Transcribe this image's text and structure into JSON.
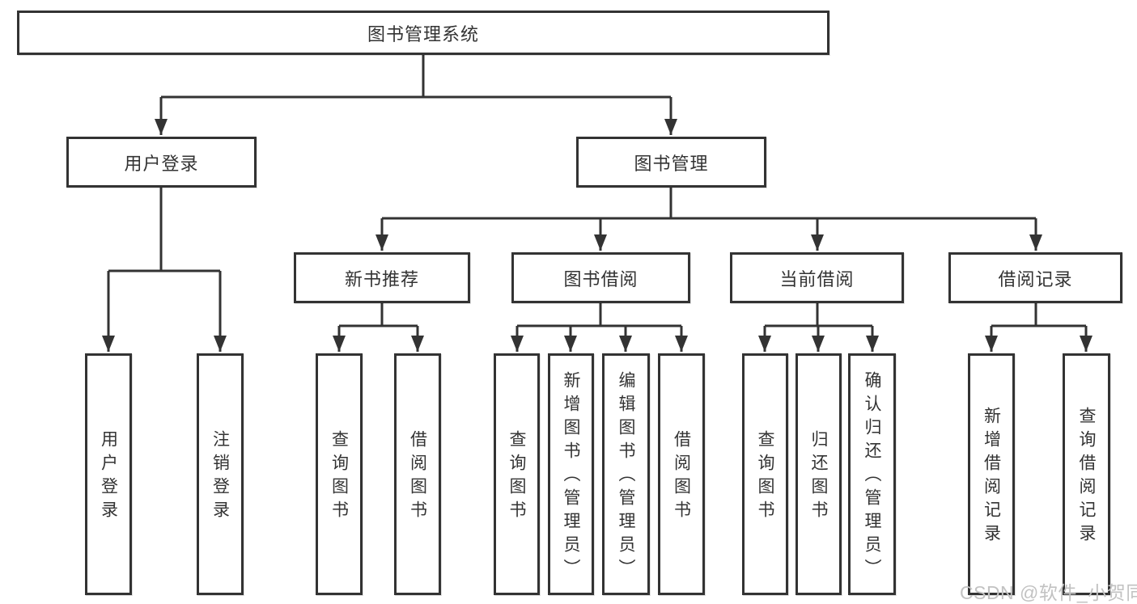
{
  "diagram": {
    "watermark": "CSDN @软件_小贺同学",
    "colors": {
      "line": "#333333",
      "text": "#333333",
      "box_background": "#ffffff",
      "watermark": "#c2c2c2"
    },
    "tree": {
      "root": {
        "label": "图书管理系统"
      },
      "level2": {
        "user_login": {
          "label": "用户登录",
          "children": {
            "login": {
              "label": "用户登录"
            },
            "logout": {
              "label": "注销登录"
            }
          }
        },
        "book_mgmt": {
          "label": "图书管理",
          "children": {
            "new_books": {
              "label": "新书推荐",
              "children": {
                "query": {
                  "label": "查询图书"
                },
                "borrow": {
                  "label": "借阅图书"
                }
              }
            },
            "borrowing": {
              "label": "图书借阅",
              "children": {
                "query": {
                  "label": "查询图书"
                },
                "add": {
                  "label": "新增图书（管理员）"
                },
                "edit": {
                  "label": "编辑图书（管理员）"
                },
                "borrow": {
                  "label": "借阅图书"
                }
              }
            },
            "current": {
              "label": "当前借阅",
              "children": {
                "query": {
                  "label": "查询图书"
                },
                "return": {
                  "label": "归还图书"
                },
                "confirm": {
                  "label": "确认归还（管理员）"
                }
              }
            },
            "records": {
              "label": "借阅记录",
              "children": {
                "add": {
                  "label": "新增借阅记录"
                },
                "query": {
                  "label": "查询借阅记录"
                }
              }
            }
          }
        }
      }
    }
  }
}
